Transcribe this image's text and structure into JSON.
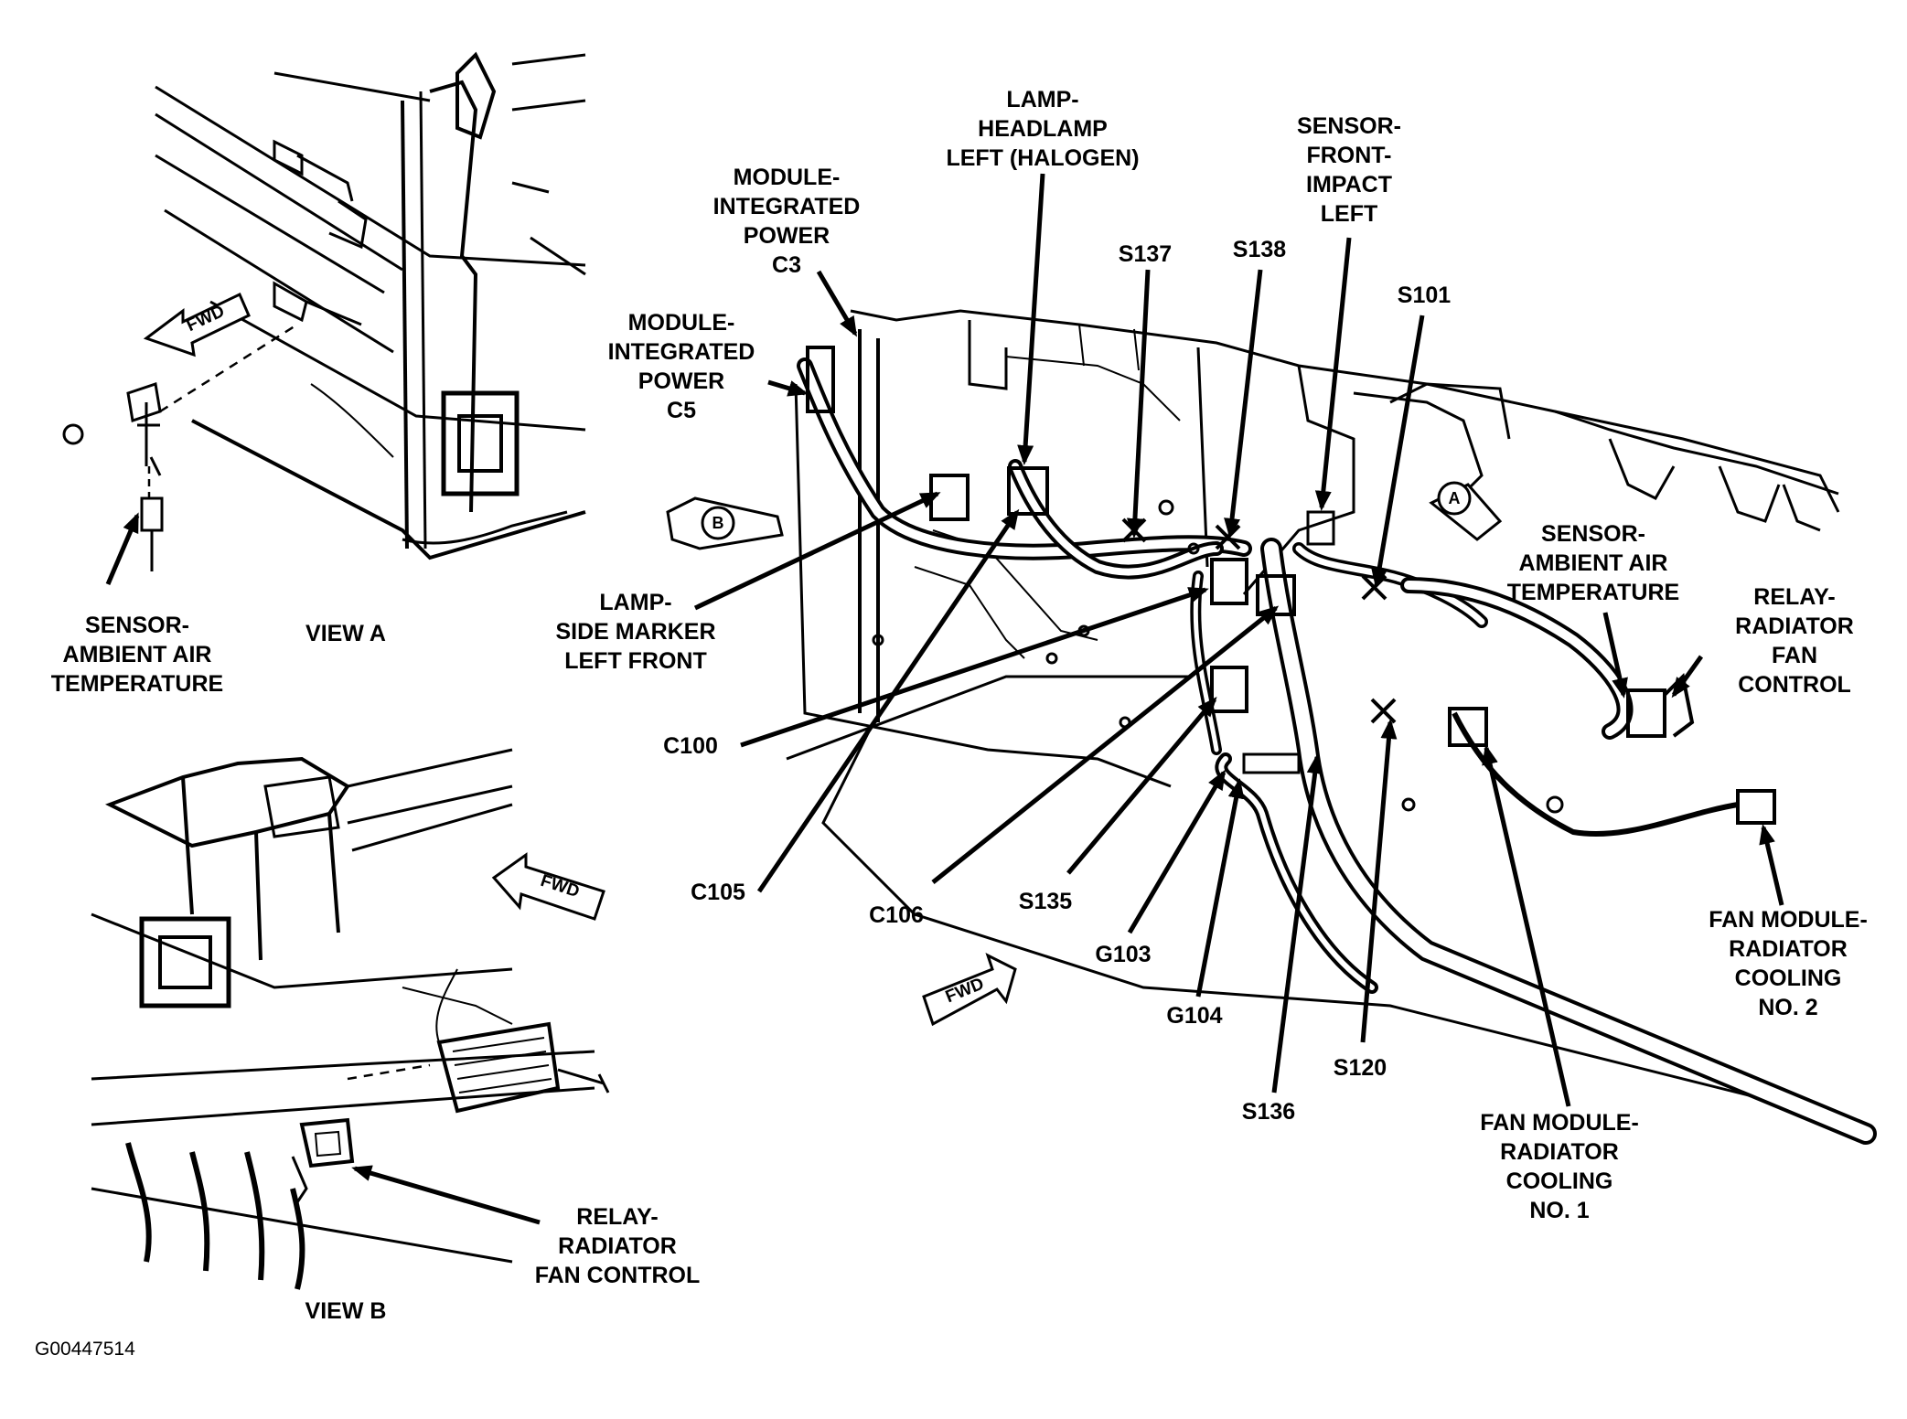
{
  "labels": {
    "sensor_ambient_view_a": [
      "SENSOR-",
      "AMBIENT AIR",
      "TEMPERATURE"
    ],
    "view_a": "VIEW A",
    "module_ipm_c3": [
      "MODULE-",
      "INTEGRATED",
      "POWER",
      "C3"
    ],
    "module_ipm_c5": [
      "MODULE-",
      "INTEGRATED",
      "POWER",
      "C5"
    ],
    "lamp_headlamp": [
      "LAMP-",
      "HEADLAMP",
      "LEFT (HALOGEN)"
    ],
    "s137": "S137",
    "s138": "S138",
    "sensor_impact": [
      "SENSOR-",
      "FRONT-",
      "IMPACT",
      "LEFT"
    ],
    "s101": "S101",
    "sensor_ambient_main": [
      "SENSOR-",
      "AMBIENT AIR",
      "TEMPERATURE"
    ],
    "relay_main": [
      "RELAY-",
      "RADIATOR",
      "FAN",
      "CONTROL"
    ],
    "lamp_side_marker": [
      "LAMP-",
      "SIDE MARKER",
      "LEFT FRONT"
    ],
    "c100": "C100",
    "c105": "C105",
    "c106": "C106",
    "s135": "S135",
    "g103": "G103",
    "g104": "G104",
    "s136": "S136",
    "s120": "S120",
    "fan_module_1": [
      "FAN MODULE-",
      "RADIATOR",
      "COOLING",
      "NO. 1"
    ],
    "fan_module_2": [
      "FAN MODULE-",
      "RADIATOR",
      "COOLING",
      "NO. 2"
    ],
    "relay_view_b": [
      "RELAY-",
      "RADIATOR",
      "FAN CONTROL"
    ],
    "view_b": "VIEW B",
    "figure_id": "G00447514"
  },
  "badges": {
    "a": "A",
    "b": "B",
    "fwd": "FWD"
  },
  "colors": {
    "ink": "#000000",
    "paper": "#ffffff"
  }
}
